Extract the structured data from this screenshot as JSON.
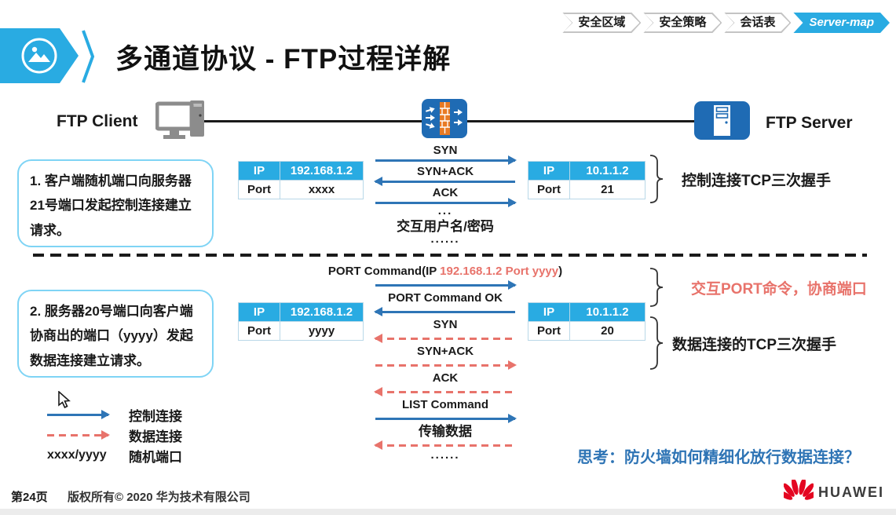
{
  "colors": {
    "accent_cyan": "#29abe2",
    "arrow_blue": "#2e75b6",
    "arrow_red": "#e8736b",
    "box_border": "#7fd4f5",
    "device_blue": "#1f6bb4",
    "brick_orange": "#e87a24",
    "thought_blue": "#2e74b5",
    "huawei_red": "#e40521"
  },
  "breadcrumbs": {
    "items": [
      {
        "label": "安全区域",
        "active": false
      },
      {
        "label": "安全策略",
        "active": false
      },
      {
        "label": "会话表",
        "active": false
      },
      {
        "label": "Server-map",
        "active": true
      }
    ]
  },
  "header": {
    "title": "多通道协议 - FTP过程详解"
  },
  "topology": {
    "client_label": "FTP Client",
    "server_label": "FTP Server"
  },
  "step1": {
    "note": "1. 客户端随机端口向服务器21号端口发起控制连接建立请求。",
    "client_table": {
      "ip_label": "IP",
      "ip": "192.168.1.2",
      "port_label": "Port",
      "port": "xxxx"
    },
    "server_table": {
      "ip_label": "IP",
      "ip": "10.1.1.2",
      "port_label": "Port",
      "port": "21"
    },
    "messages": [
      {
        "label": "SYN",
        "arrow": "blue-right"
      },
      {
        "label": "SYN+ACK",
        "arrow": "blue-left"
      },
      {
        "label": "ACK",
        "arrow": "blue-right"
      },
      {
        "label": "..."
      },
      {
        "label": "交互用户名/密码"
      },
      {
        "label": "......"
      }
    ],
    "bracket_label": "控制连接TCP三次握手"
  },
  "step2": {
    "note": "2. 服务器20号端口向客户端协商出的端口（yyyy）发起数据连接建立请求。",
    "port_command": {
      "prefix": "PORT Command(IP ",
      "highlight": "192.168.1.2 Port yyyy",
      "suffix": ")",
      "arrow": "blue-right"
    },
    "client_table": {
      "ip_label": "IP",
      "ip": "192.168.1.2",
      "port_label": "Port",
      "port": "yyyy"
    },
    "server_table": {
      "ip_label": "IP",
      "ip": "10.1.1.2",
      "port_label": "Port",
      "port": "20"
    },
    "messages": [
      {
        "label": "PORT Command OK",
        "arrow": "blue-left"
      },
      {
        "label": "SYN",
        "arrow": "red-left"
      },
      {
        "label": "SYN+ACK",
        "arrow": "red-right"
      },
      {
        "label": "ACK",
        "arrow": "red-left"
      },
      {
        "label": "LIST Command",
        "arrow": "blue-right"
      },
      {
        "label": "传输数据",
        "arrow": "red-left"
      },
      {
        "label": "......"
      }
    ],
    "bracket1_label": "交互PORT命令，协商端口",
    "bracket2_label": "数据连接的TCP三次握手"
  },
  "legend": {
    "items": [
      {
        "type": "solid-blue-arrow",
        "label": "控制连接"
      },
      {
        "type": "dashed-red-arrow",
        "label": "数据连接"
      },
      {
        "type": "text-symbol",
        "symbol": "xxxx/yyyy",
        "label": "随机端口"
      }
    ]
  },
  "thought": {
    "text": "思考：防火墙如何精细化放行数据连接？"
  },
  "footer": {
    "page": "第24页",
    "copyright": "版权所有© 2020 华为技术有限公司",
    "brand": "HUAWEI"
  }
}
